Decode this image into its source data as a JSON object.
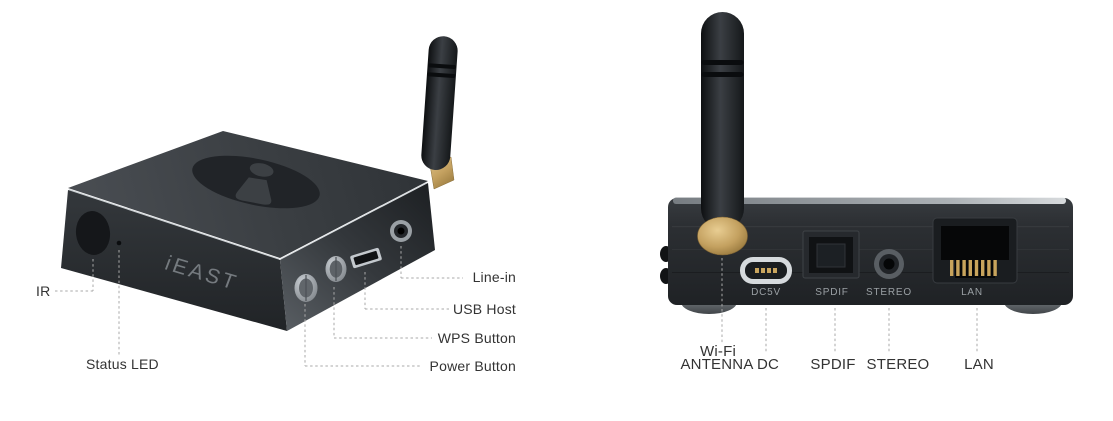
{
  "left_view": {
    "brand": "iEAST",
    "labels": {
      "ir": "IR",
      "status_led": "Status LED",
      "line_in": "Line-in",
      "usb_host": "USB Host",
      "wps_button": "WPS Button",
      "power_button": "Power Button"
    }
  },
  "right_view": {
    "panel_labels": {
      "dc": "DC5V",
      "spdif": "SPDIF",
      "stereo": "STEREO",
      "lan": "LAN"
    },
    "callouts": {
      "wifi_line1": "Wi-Fi",
      "wifi_line2": "ANTENNA",
      "dc": "DC",
      "spdif": "SPDIF",
      "stereo": "STEREO",
      "lan": "LAN"
    }
  },
  "colors": {
    "background": "#ffffff",
    "label_text": "#333333",
    "panel_label_text": "#9aa0a4",
    "leader_line": "#aaaaaa",
    "antenna_gold": "#c9a55e",
    "device_body": "#2b2e31"
  }
}
